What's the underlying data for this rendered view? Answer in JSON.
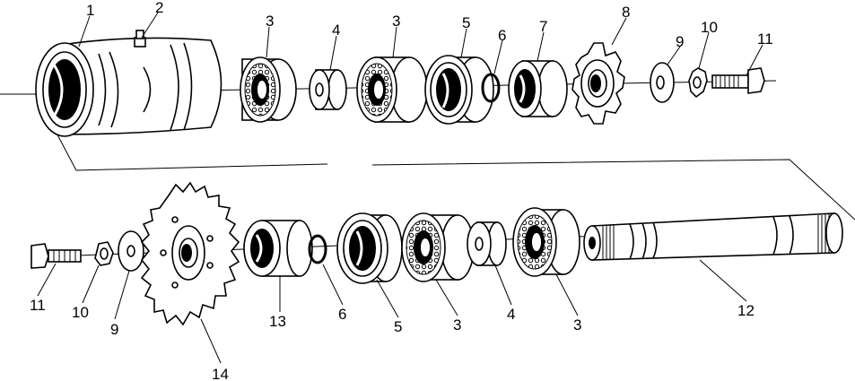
{
  "callouts": {
    "c1": "1",
    "c2": "2",
    "c3a": "3",
    "c4a": "4",
    "c3b": "3",
    "c5a": "5",
    "c6a": "6",
    "c7": "7",
    "c8": "8",
    "c9a": "9",
    "c10a": "10",
    "c11a": "11",
    "c11b": "11",
    "c10b": "10",
    "c9b": "9",
    "c14": "14",
    "c13": "13",
    "c6b": "6",
    "c5b": "5",
    "c3c": "3",
    "c4b": "4",
    "c3d": "3",
    "c12": "12"
  }
}
